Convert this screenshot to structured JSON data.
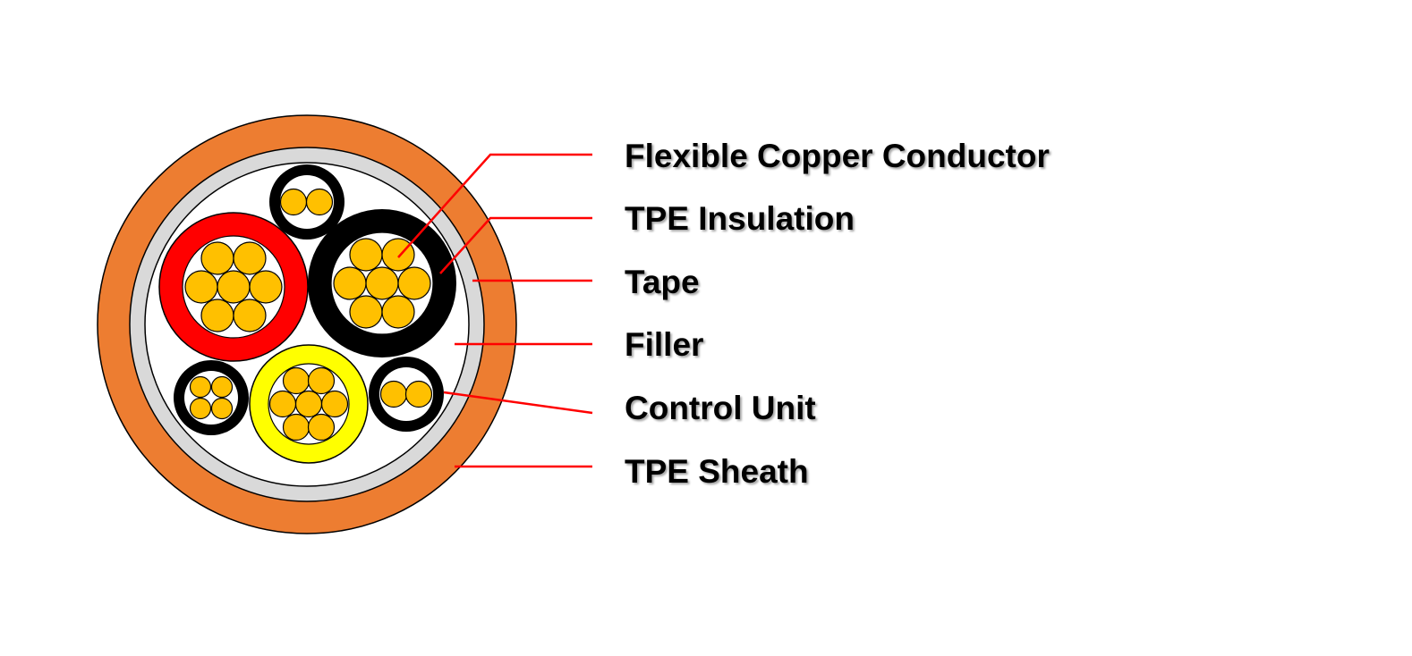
{
  "labels": {
    "conductor": "Flexible Copper Conductor",
    "insulation": "TPE Insulation",
    "tape": "Tape",
    "filler": "Filler",
    "control_unit": "Control Unit",
    "sheath": "TPE Sheath"
  },
  "colors": {
    "sheath": "#ED7D31",
    "tape": "#D9D9D9",
    "filler": "#FFFFFF",
    "copper": "#FFC000",
    "insulation_red": "#FF0000",
    "insulation_black": "#000000",
    "insulation_yellow": "#FFFF00",
    "leader_line": "#FF0000"
  }
}
